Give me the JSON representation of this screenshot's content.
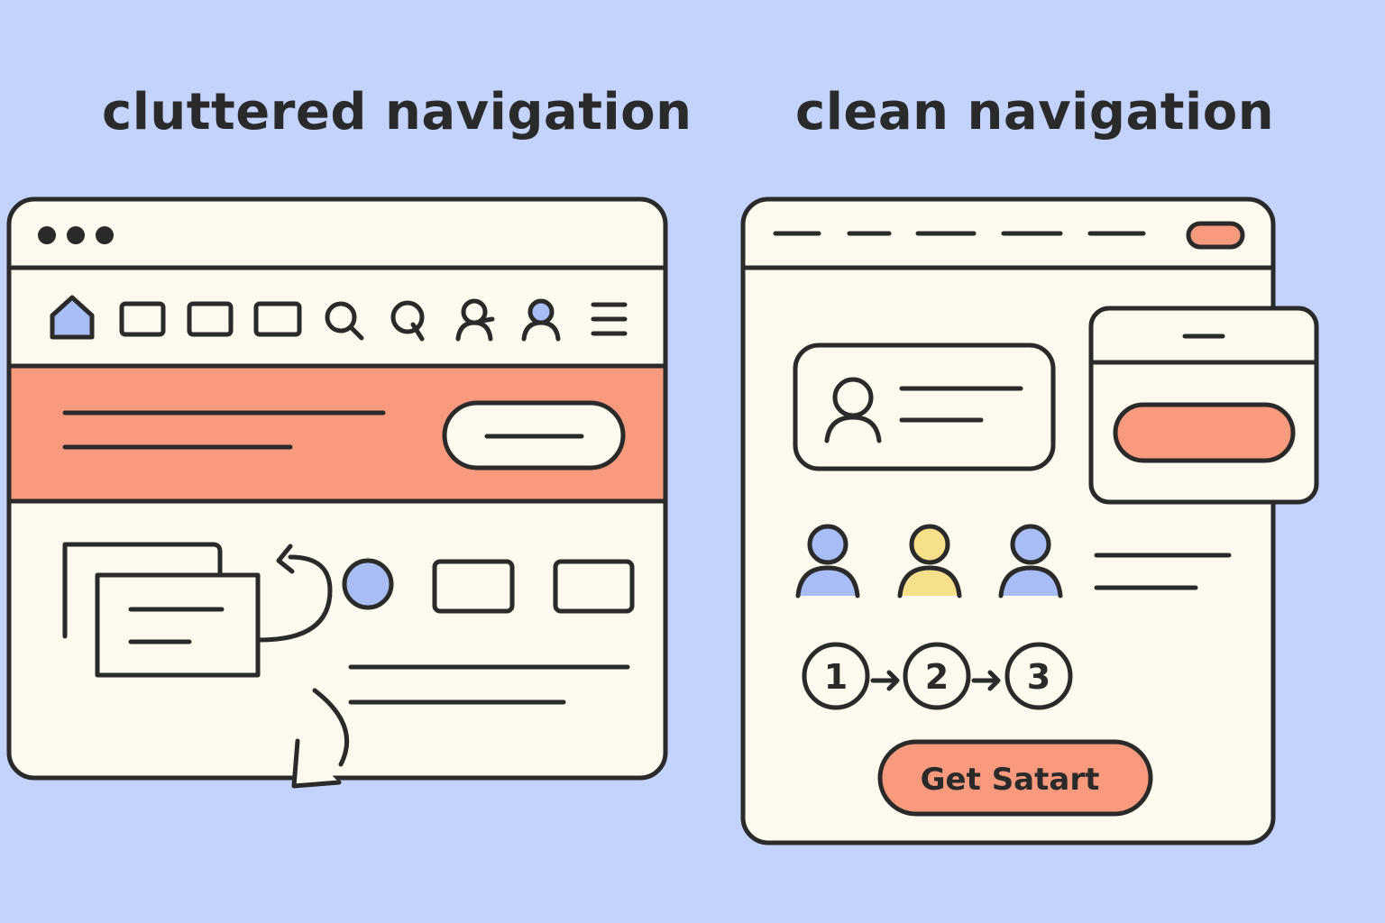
{
  "headings": {
    "left": "cluttered navigation",
    "right": "clean navigation"
  },
  "colors": {
    "background": "#c4d3fb",
    "panel": "#fdf9ee",
    "outline": "#2a2a2a",
    "coral": "#f79a7e",
    "blue": "#a8bcf5",
    "yellow": "#f7e08c"
  },
  "cluttered": {
    "nav_icons": [
      "home-icon",
      "box-icon",
      "box-icon",
      "box-icon",
      "search-icon",
      "search-icon",
      "user-icon",
      "user-icon",
      "menu-icon"
    ]
  },
  "clean": {
    "steps": [
      "1",
      "2",
      "3"
    ],
    "cta_label": "Get Satart"
  }
}
